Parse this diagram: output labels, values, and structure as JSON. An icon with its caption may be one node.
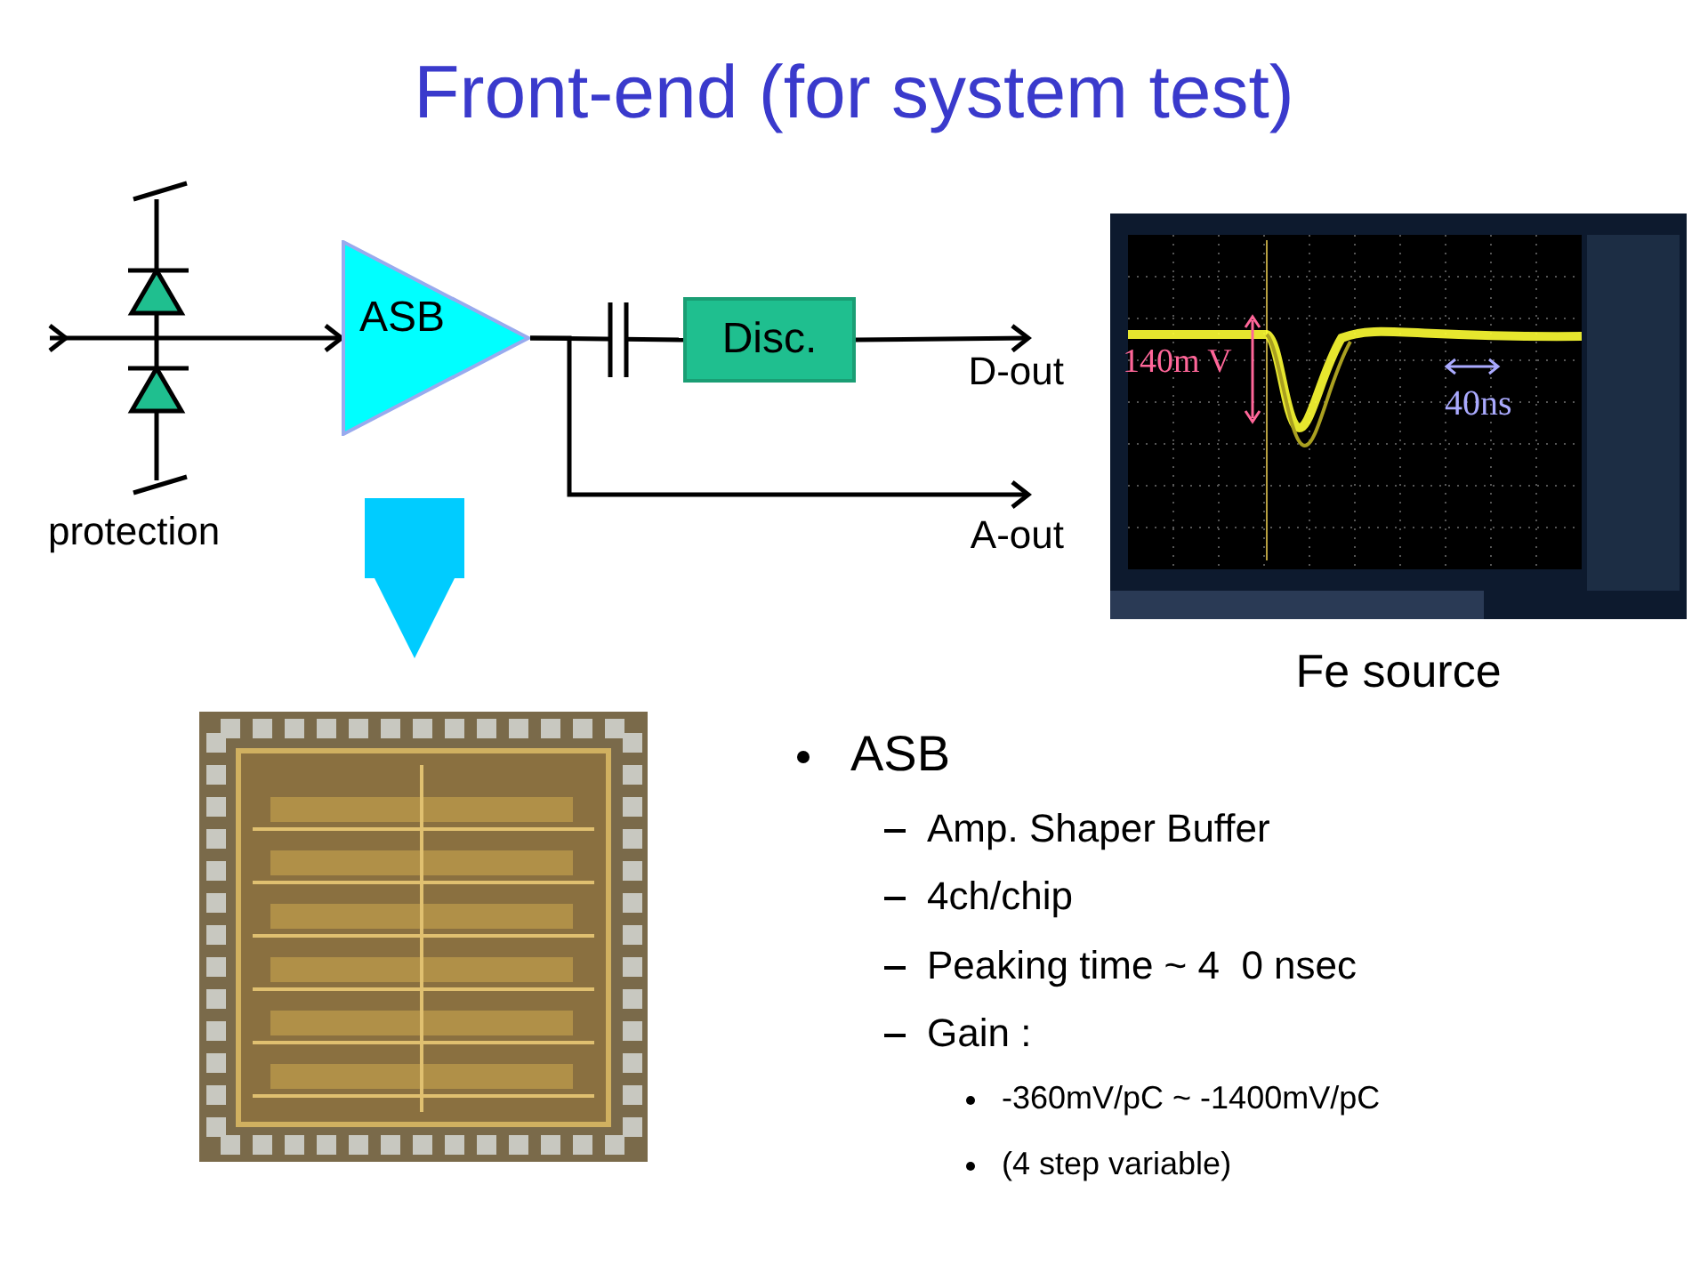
{
  "diagram": {
    "title": "Front-end (for system test)",
    "nodes": [
      {
        "text": [
          "ASB"
        ]
      },
      {
        "text": [
          "Disc."
        ]
      },
      {
        "text": [
          "D-out"
        ]
      },
      {
        "text": [
          "A-out"
        ]
      },
      {
        "text": [],
        "shape": "picture",
        "beside": [
          "Fe source"
        ]
      },
      {
        "text": [],
        "shape": "picture"
      }
    ],
    "edges": [
      {
        "from": null,
        "to": 0,
        "arrow": "to"
      },
      {
        "from": 0,
        "to": 1,
        "arrow": "none"
      },
      {
        "from": 1,
        "to": 2,
        "arrow": "to"
      },
      {
        "from": 0,
        "to": 3,
        "arrow": "to"
      },
      {
        "from": null,
        "to": 5,
        "arrow": "to",
        "style": "thick",
        "color": "#00ccff"
      }
    ],
    "labels": [
      "protection",
      "140m V",
      "40ns",
      "ASB",
      "Amp. Shaper Buffer",
      "4ch/chip",
      "Peaking time ~ 4  0 nsec",
      "Gain :",
      "-360mV/pC ~ -1400mV/pC",
      "(4 step variable)"
    ]
  }
}
